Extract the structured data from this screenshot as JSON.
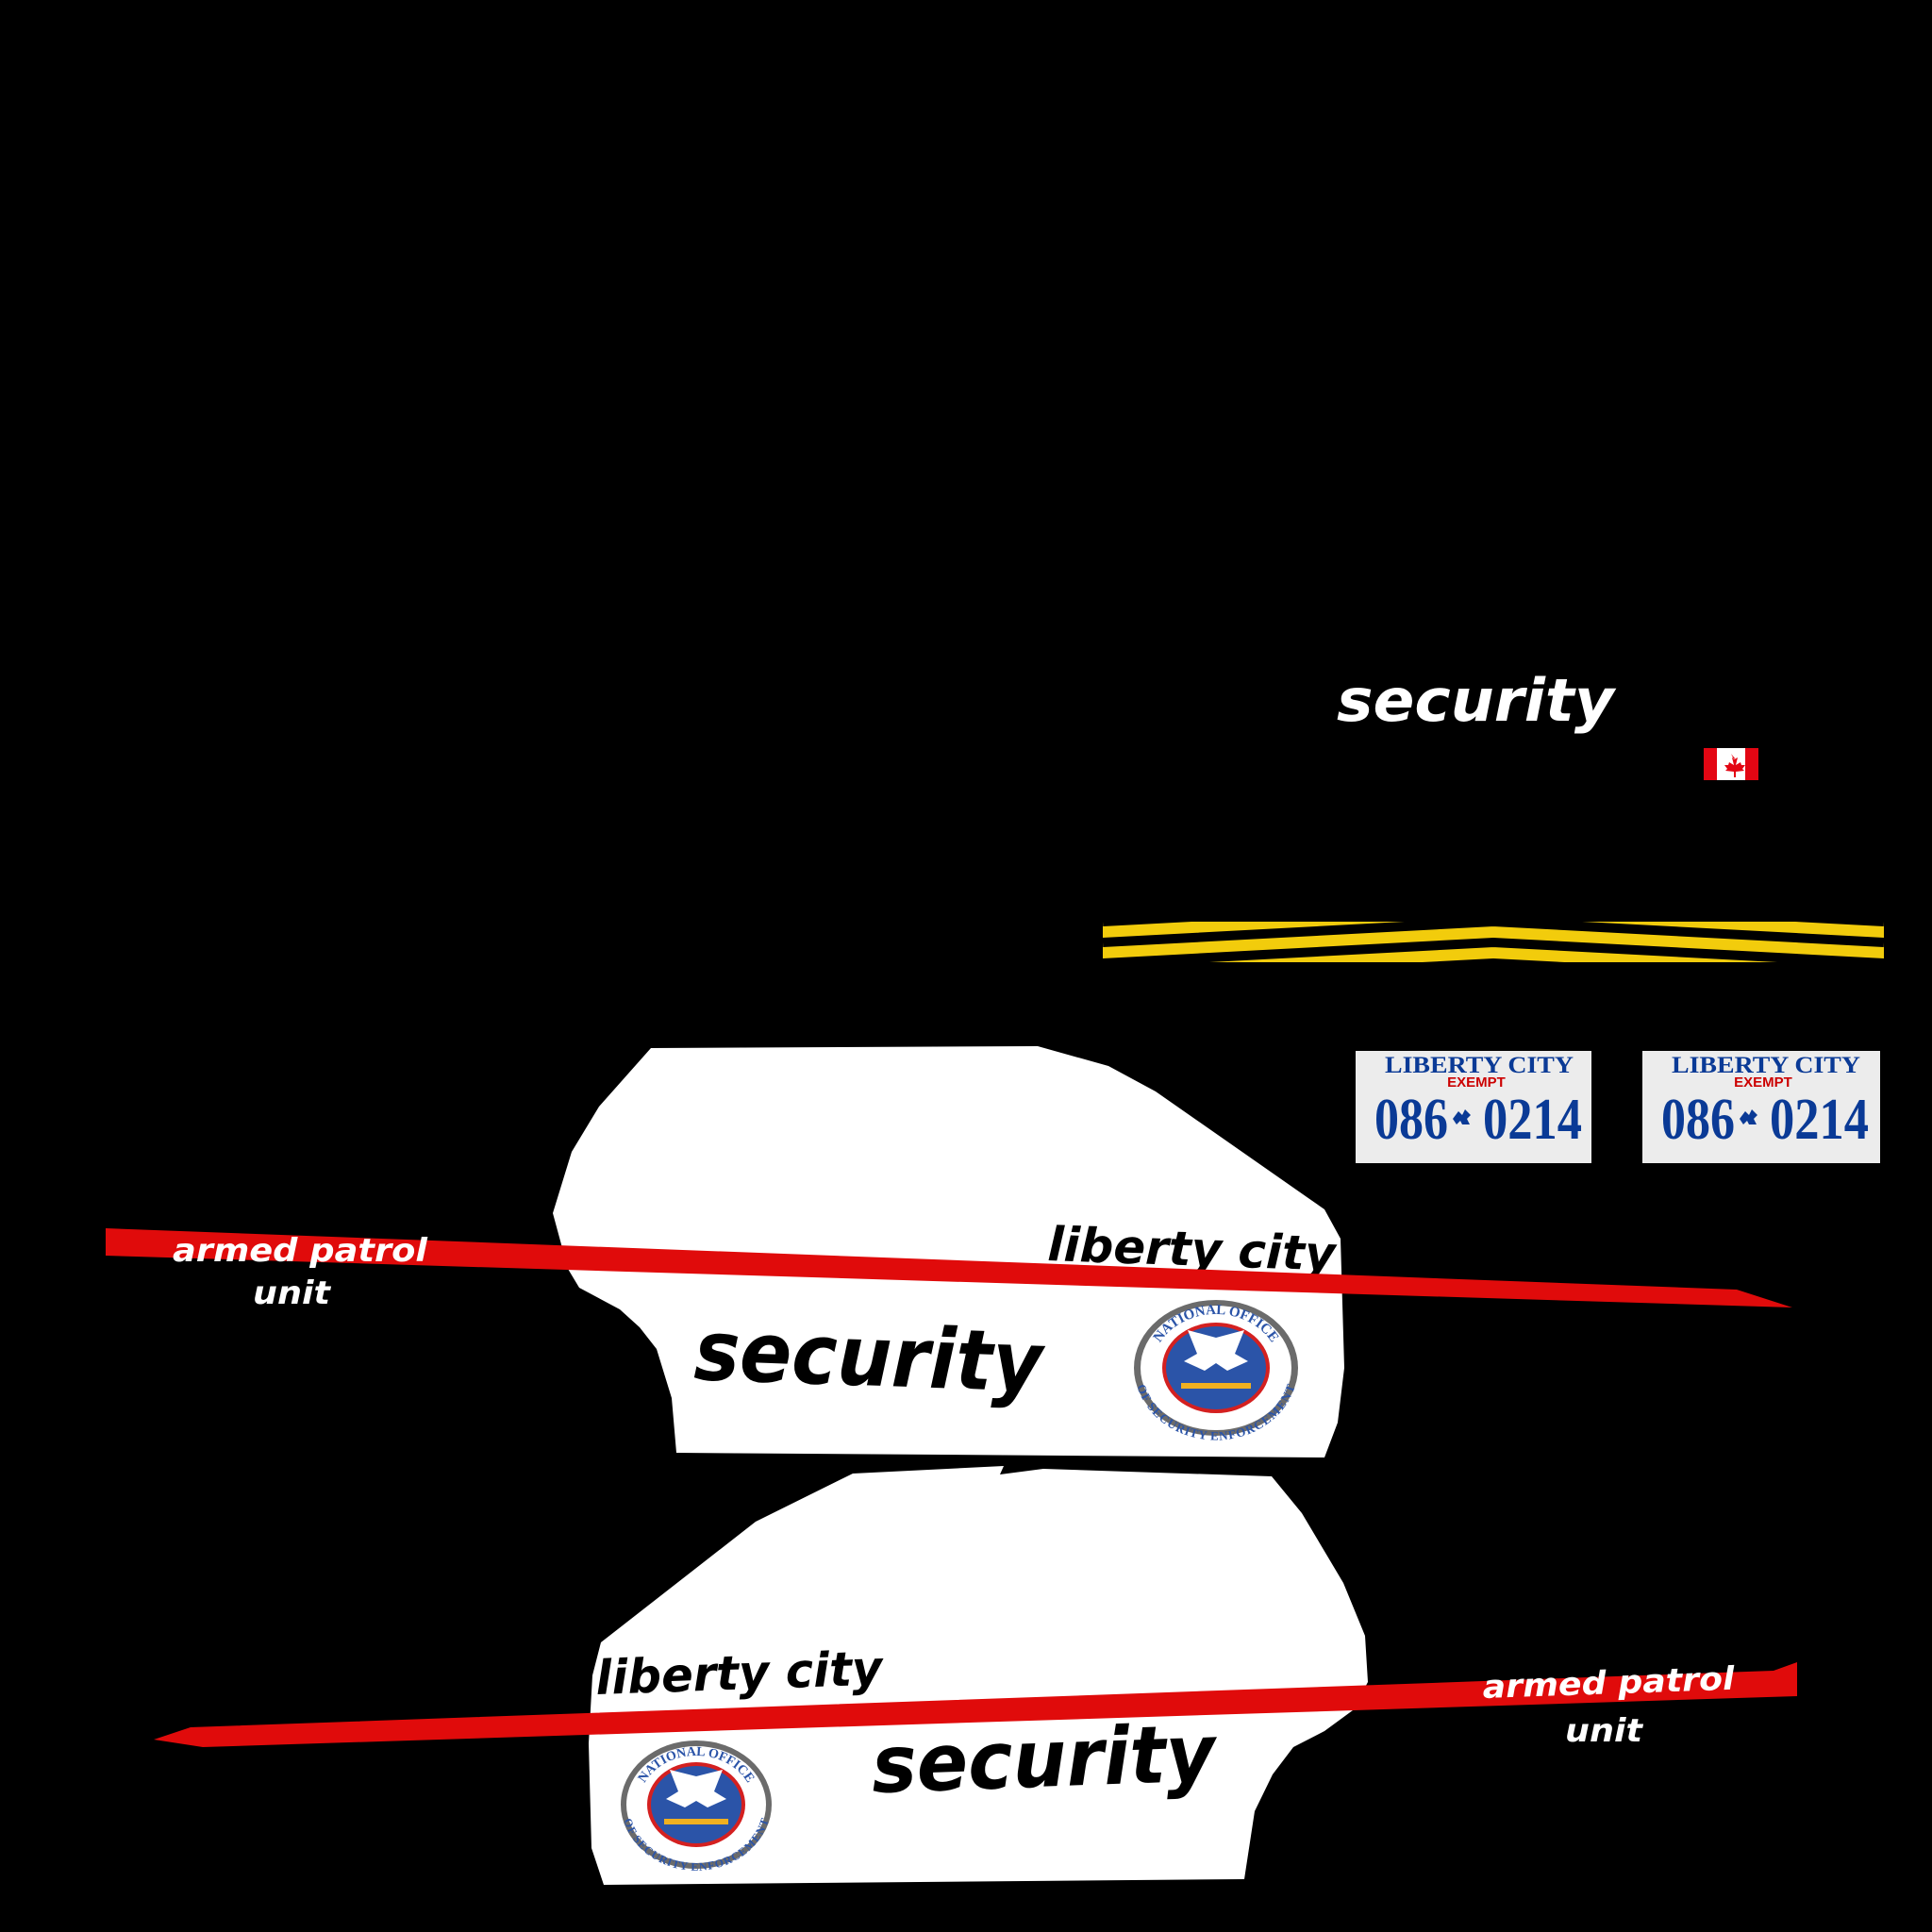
{
  "livery": {
    "roof_text": "security",
    "flag": {
      "name": "canada-flag-icon",
      "colors": [
        "#e30613",
        "#ffffff"
      ]
    },
    "hazard_stripe": {
      "colors": [
        "#f2cc0c",
        "#000000"
      ]
    },
    "plates": [
      {
        "region": "LIBERTY CITY",
        "type": "EXEMPT",
        "number_left": "086",
        "number_right": "0214"
      },
      {
        "region": "LIBERTY CITY",
        "type": "EXEMPT",
        "number_left": "086",
        "number_right": "0214"
      }
    ],
    "right_side": {
      "city": "liberty city",
      "title": "security",
      "stripe_top": "armed patrol",
      "stripe_bottom": "unit"
    },
    "left_side": {
      "city": "liberty city",
      "title": "security",
      "stripe_top": "armed patrol",
      "stripe_bottom": "unit"
    },
    "seal": {
      "top_text": "NATIONAL OFFICE",
      "bottom_text": "OF SECURITY ENFORCEMENT"
    },
    "colors": {
      "stripe_red": "#e00b0b",
      "panel": "#ffffff",
      "plate_blue": "#0a3a96",
      "plate_red": "#cc0000",
      "background": "#000000"
    }
  }
}
